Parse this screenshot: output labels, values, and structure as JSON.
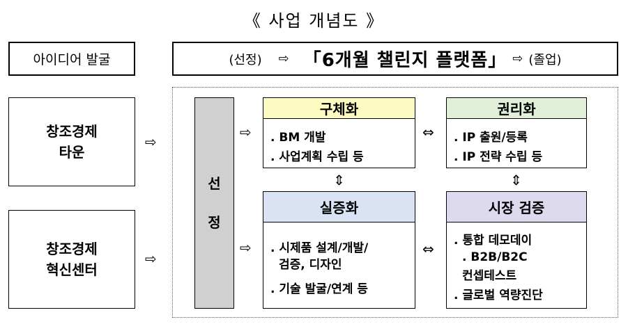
{
  "title": "《 사업 개념도 》",
  "left": {
    "idea": "아이디어 발굴",
    "town_line1": "창조경제",
    "town_line2": "타운",
    "center_line1": "창조경제",
    "center_line2": "혁신센터"
  },
  "banner": {
    "select": "(선정)",
    "main": "「6개월 챌린지 플랫폼」",
    "graduate": "(졸업)"
  },
  "selection": {
    "char1": "선",
    "char2": "정"
  },
  "boxes": {
    "concretize": {
      "title": "구체화",
      "items": [
        ". BM 개발",
        ". 사업계획 수립 등"
      ]
    },
    "rights": {
      "title": "권리화",
      "items": [
        ". IP 출원/등록",
        ". IP 전략 수립 등"
      ]
    },
    "demonstrate": {
      "title": "실증화",
      "items": [
        ". 시제품 설계/개발/",
        "검증, 디자인",
        ". 기술 발굴/연계 등"
      ]
    },
    "market": {
      "title": "시장 검증",
      "items": [
        ". 통합 데모데이",
        ". B2B/B2C",
        "컨셉테스트",
        ". 글로벌 역량진단"
      ]
    }
  },
  "icons": {
    "right_arrow": "⇨",
    "left_right_arrow": "⇔",
    "up_down_arrow": "⇕"
  }
}
